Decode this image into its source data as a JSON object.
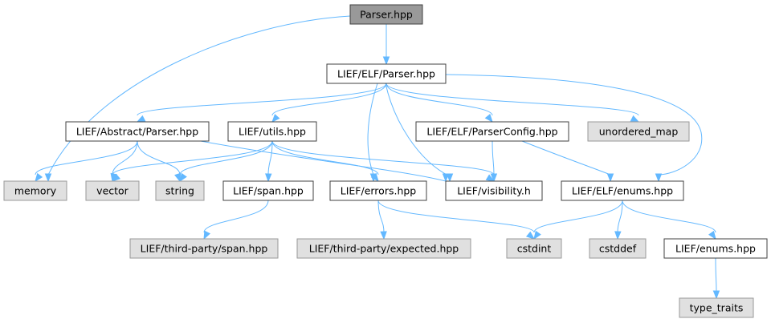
{
  "title": "",
  "colors": {
    "edge": "#63b8ff",
    "root_fill": "#999999",
    "internal_fill": "#ffffff",
    "external_fill": "#e0e0e0",
    "border_dark": "#404040",
    "border_light": "#999999"
  },
  "nodes": [
    {
      "id": "root",
      "label": "Parser.hpp",
      "kind": "root"
    },
    {
      "id": "elf_parser",
      "label": "LIEF/ELF/Parser.hpp",
      "kind": "internal"
    },
    {
      "id": "abstract_parser",
      "label": "LIEF/Abstract/Parser.hpp",
      "kind": "internal"
    },
    {
      "id": "utils",
      "label": "LIEF/utils.hpp",
      "kind": "internal"
    },
    {
      "id": "parser_config",
      "label": "LIEF/ELF/ParserConfig.hpp",
      "kind": "internal"
    },
    {
      "id": "unordered_map",
      "label": "unordered_map",
      "kind": "external"
    },
    {
      "id": "memory",
      "label": "memory",
      "kind": "external"
    },
    {
      "id": "vector",
      "label": "vector",
      "kind": "external"
    },
    {
      "id": "string",
      "label": "string",
      "kind": "external"
    },
    {
      "id": "span",
      "label": "LIEF/span.hpp",
      "kind": "internal"
    },
    {
      "id": "errors",
      "label": "LIEF/errors.hpp",
      "kind": "internal"
    },
    {
      "id": "visibility",
      "label": "LIEF/visibility.h",
      "kind": "internal"
    },
    {
      "id": "elf_enums",
      "label": "LIEF/ELF/enums.hpp",
      "kind": "internal"
    },
    {
      "id": "tp_span",
      "label": "LIEF/third-party/span.hpp",
      "kind": "external"
    },
    {
      "id": "tp_expected",
      "label": "LIEF/third-party/expected.hpp",
      "kind": "external"
    },
    {
      "id": "cstdint",
      "label": "cstdint",
      "kind": "external"
    },
    {
      "id": "cstddef",
      "label": "cstddef",
      "kind": "external"
    },
    {
      "id": "lief_enums",
      "label": "LIEF/enums.hpp",
      "kind": "internal"
    },
    {
      "id": "type_traits",
      "label": "type_traits",
      "kind": "external"
    }
  ],
  "edges": [
    {
      "from": "root",
      "to": "elf_parser"
    },
    {
      "from": "root",
      "to": "memory"
    },
    {
      "from": "elf_parser",
      "to": "abstract_parser"
    },
    {
      "from": "elf_parser",
      "to": "utils"
    },
    {
      "from": "elf_parser",
      "to": "errors"
    },
    {
      "from": "elf_parser",
      "to": "visibility"
    },
    {
      "from": "elf_parser",
      "to": "parser_config"
    },
    {
      "from": "elf_parser",
      "to": "unordered_map"
    },
    {
      "from": "elf_parser",
      "to": "elf_enums"
    },
    {
      "from": "abstract_parser",
      "to": "memory"
    },
    {
      "from": "abstract_parser",
      "to": "vector"
    },
    {
      "from": "abstract_parser",
      "to": "string"
    },
    {
      "from": "abstract_parser",
      "to": "visibility"
    },
    {
      "from": "utils",
      "to": "vector"
    },
    {
      "from": "utils",
      "to": "string"
    },
    {
      "from": "utils",
      "to": "span"
    },
    {
      "from": "utils",
      "to": "errors"
    },
    {
      "from": "utils",
      "to": "visibility"
    },
    {
      "from": "parser_config",
      "to": "visibility"
    },
    {
      "from": "parser_config",
      "to": "elf_enums"
    },
    {
      "from": "span",
      "to": "tp_span"
    },
    {
      "from": "errors",
      "to": "tp_expected"
    },
    {
      "from": "errors",
      "to": "cstdint"
    },
    {
      "from": "elf_enums",
      "to": "cstdint"
    },
    {
      "from": "elf_enums",
      "to": "cstddef"
    },
    {
      "from": "elf_enums",
      "to": "lief_enums"
    },
    {
      "from": "lief_enums",
      "to": "type_traits"
    }
  ]
}
